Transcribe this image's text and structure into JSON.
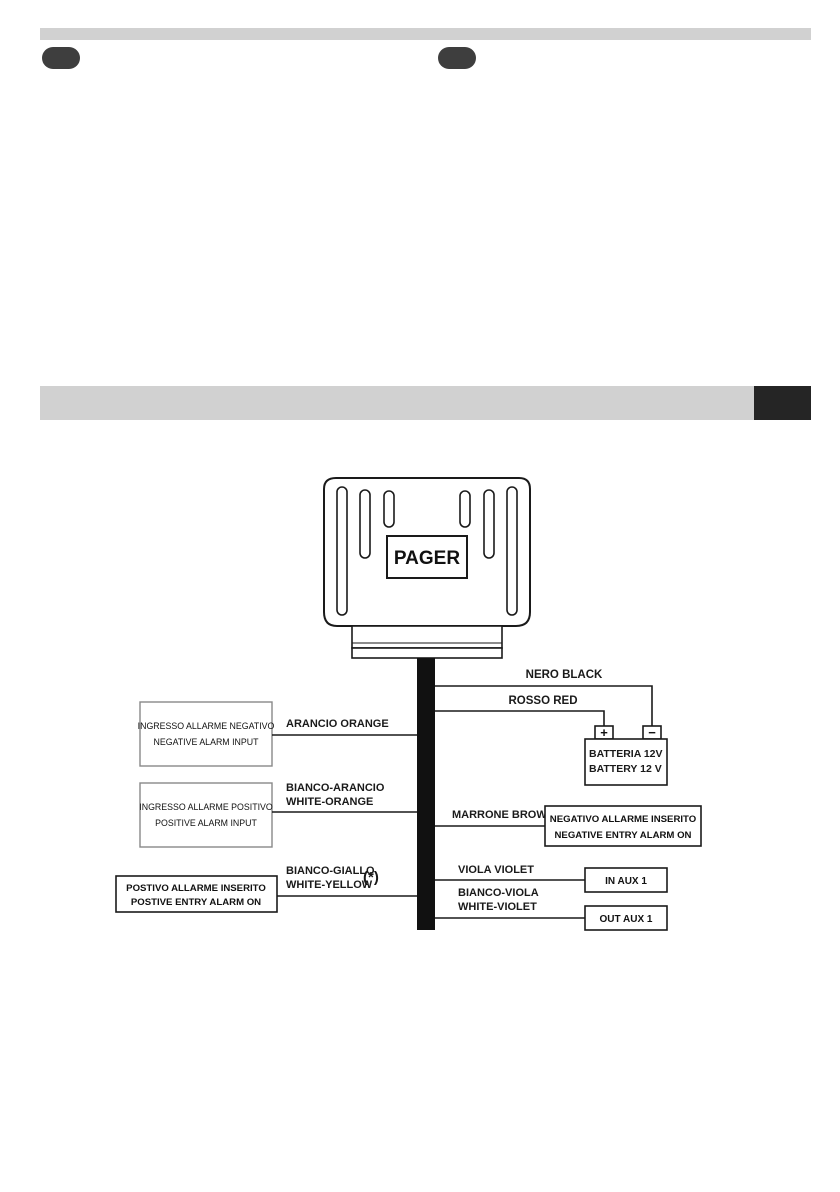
{
  "page": {
    "accent_dark": "#252525",
    "band_grey": "#d1d1d1"
  },
  "diagram": {
    "device": {
      "label": "PAGER"
    },
    "battery": {
      "line1": "BATTERIA 12V",
      "line2": "BATTERY 12 V",
      "plus_symbol": "+",
      "minus_symbol": "−"
    },
    "wires": {
      "black": "NERO BLACK",
      "red": "ROSSO RED",
      "orange": "ARANCIO ORANGE",
      "white_orange_1": "BIANCO-ARANCIO",
      "white_orange_2": "WHITE-ORANGE",
      "brown": "MARRONE BROWN",
      "white_yellow_1": "BIANCO-GIALLO",
      "white_yellow_2": "WHITE-YELLOW",
      "asterisk": "(*)",
      "violet": "VIOLA VIOLET",
      "white_violet_1": "BIANCO-VIOLA",
      "white_violet_2": "WHITE-VIOLET"
    },
    "boxes": {
      "neg_input_1": "INGRESSO ALLARME NEGATIVO",
      "neg_input_2": "NEGATIVE ALARM INPUT",
      "pos_input_1": "INGRESSO ALLARME POSITIVO",
      "pos_input_2": "POSITIVE ALARM INPUT",
      "pos_entry_1": "POSTIVO ALLARME INSERITO",
      "pos_entry_2": "POSTIVE ENTRY ALARM ON",
      "neg_entry_1": "NEGATIVO ALLARME INSERITO",
      "neg_entry_2": "NEGATIVE ENTRY ALARM ON",
      "in_aux": "IN AUX 1",
      "out_aux": "OUT AUX 1"
    }
  }
}
